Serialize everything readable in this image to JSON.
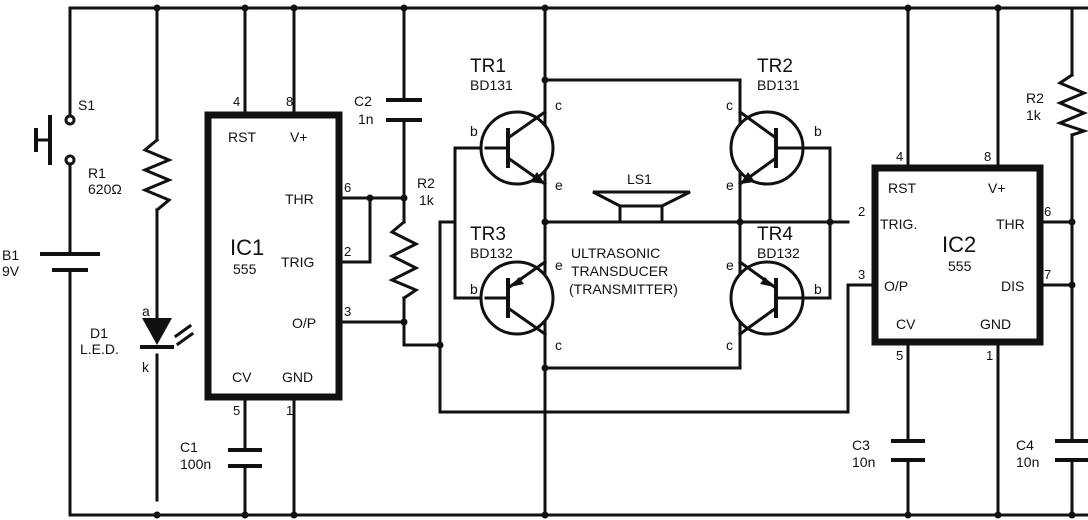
{
  "components": {
    "s1": {
      "ref": "S1"
    },
    "r1": {
      "ref": "R1",
      "value": "620Ω"
    },
    "b1": {
      "ref": "B1",
      "value": "9V"
    },
    "d1": {
      "ref": "D1",
      "value": "L.E.D.",
      "anode": "a",
      "cathode": "k"
    },
    "c1": {
      "ref": "C1",
      "value": "100n"
    },
    "c2": {
      "ref": "C2",
      "value": "1n"
    },
    "r2a": {
      "ref": "R2",
      "value": "1k"
    },
    "r2b": {
      "ref": "R2",
      "value": "1k"
    },
    "c3": {
      "ref": "C3",
      "value": "10n"
    },
    "c4": {
      "ref": "C4",
      "value": "10n"
    },
    "tr1": {
      "ref": "TR1",
      "value": "BD131"
    },
    "tr2": {
      "ref": "TR2",
      "value": "BD131"
    },
    "tr3": {
      "ref": "TR3",
      "value": "BD132"
    },
    "tr4": {
      "ref": "TR4",
      "value": "BD132"
    },
    "ls1": {
      "ref": "LS1",
      "line1": "ULTRASONIC",
      "line2": "TRANSDUCER",
      "line3": "(TRANSMITTER)"
    }
  },
  "terminals": {
    "b": "b",
    "c": "c",
    "e": "e"
  },
  "ic1": {
    "ref": "IC1",
    "type": "555",
    "pins": {
      "rst": "RST",
      "vplus": "V+",
      "thr": "THR",
      "trig": "TRIG",
      "op": "O/P",
      "cv": "CV",
      "gnd": "GND"
    },
    "pin_numbers": {
      "rst": "4",
      "vplus": "8",
      "thr": "6",
      "trig": "2",
      "op": "3",
      "cv": "5",
      "gnd": "1"
    }
  },
  "ic2": {
    "ref": "IC2",
    "type": "555",
    "pins": {
      "rst": "RST",
      "vplus": "V+",
      "trig": "TRIG.",
      "thr": "THR",
      "op": "O/P",
      "dis": "DIS",
      "cv": "CV",
      "gnd": "GND"
    },
    "pin_numbers": {
      "rst": "4",
      "vplus": "8",
      "trig": "2",
      "thr": "6",
      "op": "3",
      "dis": "7",
      "cv": "5",
      "gnd": "1"
    }
  }
}
